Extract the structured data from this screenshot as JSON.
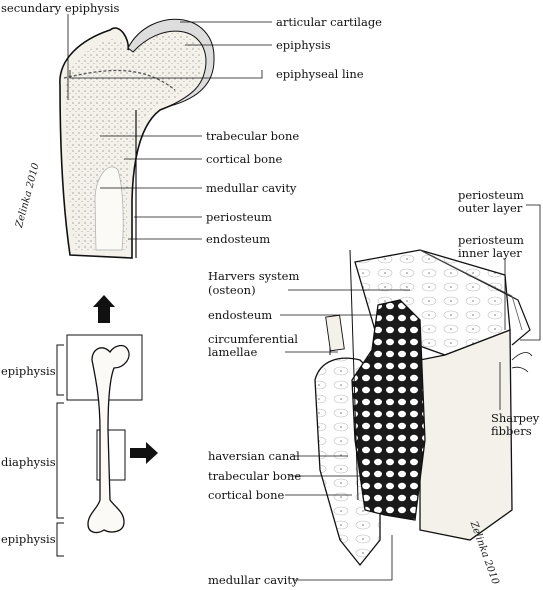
{
  "labels": {
    "secundary_epiphysis": "secundary epiphysis",
    "articular_cartilage": "articular cartilage",
    "epiphysis_top": "epiphysis",
    "epiphyseal_line": "epiphyseal line",
    "trabecular_bone_top": "trabecular bone",
    "cortical_bone_top": "cortical bone",
    "medullar_cavity_top": "medullar cavity",
    "periosteum": "periosteum",
    "endosteum_top": "endosteum",
    "periosteum_outer_1": "periosteum",
    "periosteum_outer_2": "outer layer",
    "periosteum_inner_1": "periosteum",
    "periosteum_inner_2": "inner layer",
    "harvers_1": "Harvers system",
    "harvers_2": "(osteon)",
    "endosteum_right": "endosteum",
    "circumferential_1": "circumferential",
    "circumferential_2": "lamellae",
    "sharpey_1": "Sharpey",
    "sharpey_2": "fibbers",
    "haversian_canal": "haversian canal",
    "trabecular_bone_right": "trabecular bone",
    "cortical_bone_right": "cortical bone",
    "medullar_cavity_bottom": "medullar cavity",
    "epiphysis_left_top": "epiphysis",
    "diaphysis": "diaphysis",
    "epiphysis_left_bottom": "epiphysis"
  },
  "signatures": {
    "top": "Zelinka 2010",
    "right": "Zelinka 2010"
  },
  "colors": {
    "ink": "#111111",
    "bone_fill": "#f3f1ea",
    "dark_fill": "#1a1a1a"
  }
}
